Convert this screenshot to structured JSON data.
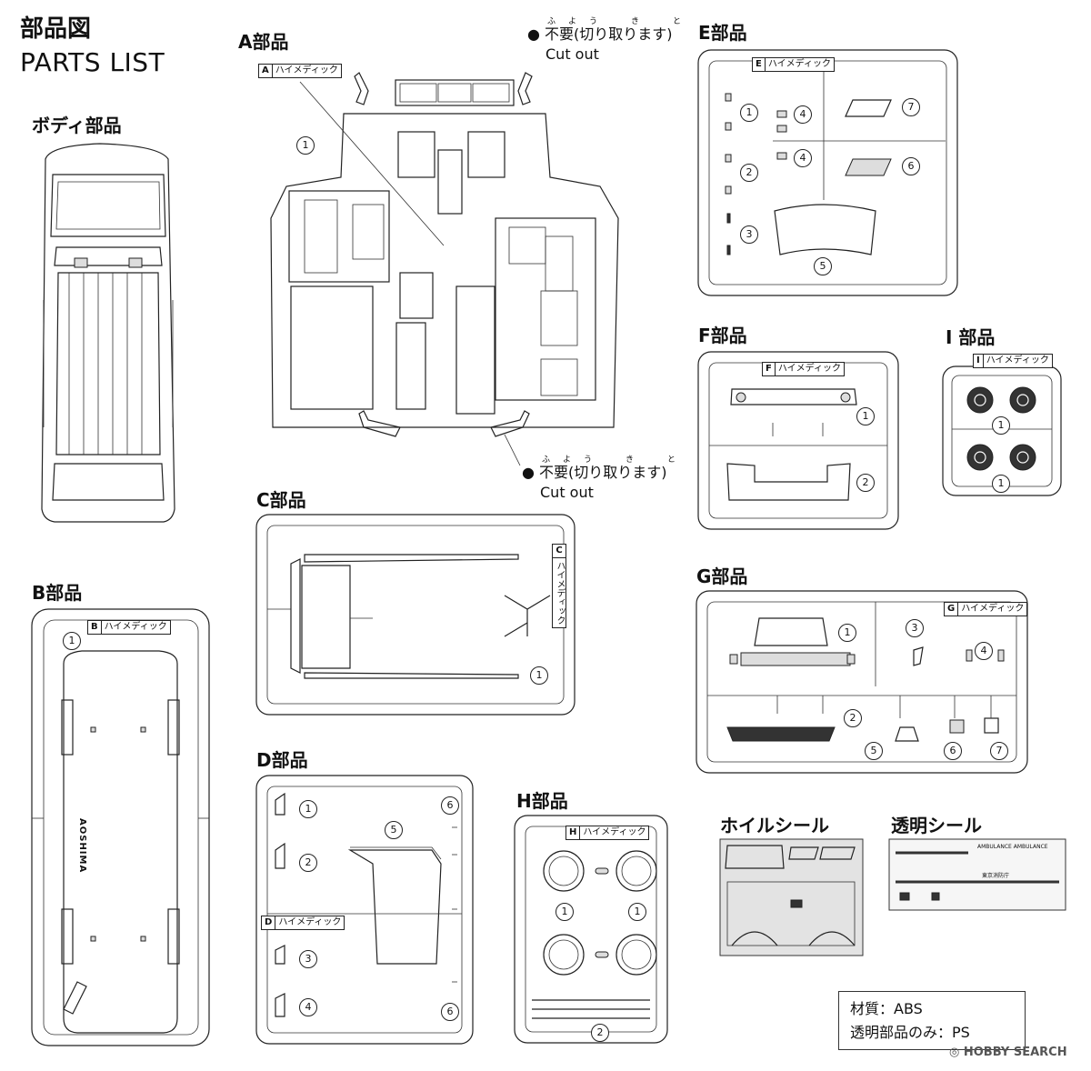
{
  "header": {
    "title_jp": "部品図",
    "title_en": "PARTS LIST"
  },
  "sections": {
    "body": "ボディ部品",
    "a": "A部品",
    "b": "B部品",
    "c": "C部品",
    "d": "D部品",
    "e": "E部品",
    "f": "F部品",
    "g": "G部品",
    "h": "H部品",
    "i": "I 部品"
  },
  "tags": {
    "a": {
      "k": "A",
      "v": "ハイメディック"
    },
    "b": {
      "k": "B",
      "v": "ハイメディック"
    },
    "c": {
      "k": "C",
      "v": "ハイメディック"
    },
    "d": {
      "k": "D",
      "v": "ハイメディック"
    },
    "e": {
      "k": "E",
      "v": "ハイメディック"
    },
    "f": {
      "k": "F",
      "v": "ハイメディック"
    },
    "g": {
      "k": "G",
      "v": "ハイメディック"
    },
    "h": {
      "k": "H",
      "v": "ハイメディック"
    },
    "i": {
      "k": "I",
      "v": "ハイメディック"
    }
  },
  "notes": {
    "cut_ruby": "ふよう　き　と",
    "cut_jp": "不要(切り取ります)",
    "cut_en": "Cut out"
  },
  "stickers": {
    "wheel": "ホイルシール",
    "clear": "透明シール"
  },
  "sticker_text": {
    "ambulance": "AMBULANCE   AMBULANCE",
    "dept": "東京消防庁"
  },
  "material": {
    "line1": "材質：ABS",
    "line2": "透明部品のみ：PS"
  },
  "logo_text": "AOSHIMA",
  "watermark": "HOBBY SEARCH",
  "part_numbers": [
    "1",
    "2",
    "3",
    "4",
    "5",
    "6",
    "7"
  ]
}
